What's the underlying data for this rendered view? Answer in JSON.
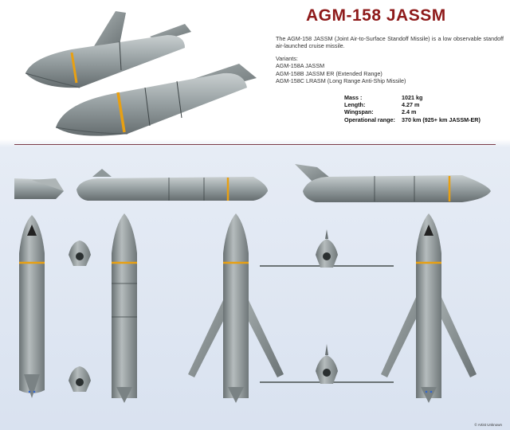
{
  "title": "AGM-158 JASSM",
  "intro": "The AGM-158 JASSM (Joint Air-to-Surface Standoff Missile) is a low observable standoff air-launched cruise missile.",
  "variants": {
    "heading": "Variants:",
    "items": [
      "AGM-158A JASSM",
      "AGM-158B JASSM ER (Extended Range)",
      "AGM-158C LRASM (Long Range Anti-Ship Missile)"
    ]
  },
  "specs": [
    {
      "label": "Mass :",
      "value": "1021 kg"
    },
    {
      "label": "Length:",
      "value": "4.27 m"
    },
    {
      "label": "Wingspan:",
      "value": "2.4 m"
    },
    {
      "label": "Operational range:",
      "value": "370 km (925+ km JASSM-ER)"
    }
  ],
  "credit": "© Artist Unknown",
  "colors": {
    "title": "#8e1a1a",
    "body": "#8f989a",
    "body_dark": "#5e6668",
    "stripe": "#e8a013",
    "rule": "#7a3a48"
  }
}
